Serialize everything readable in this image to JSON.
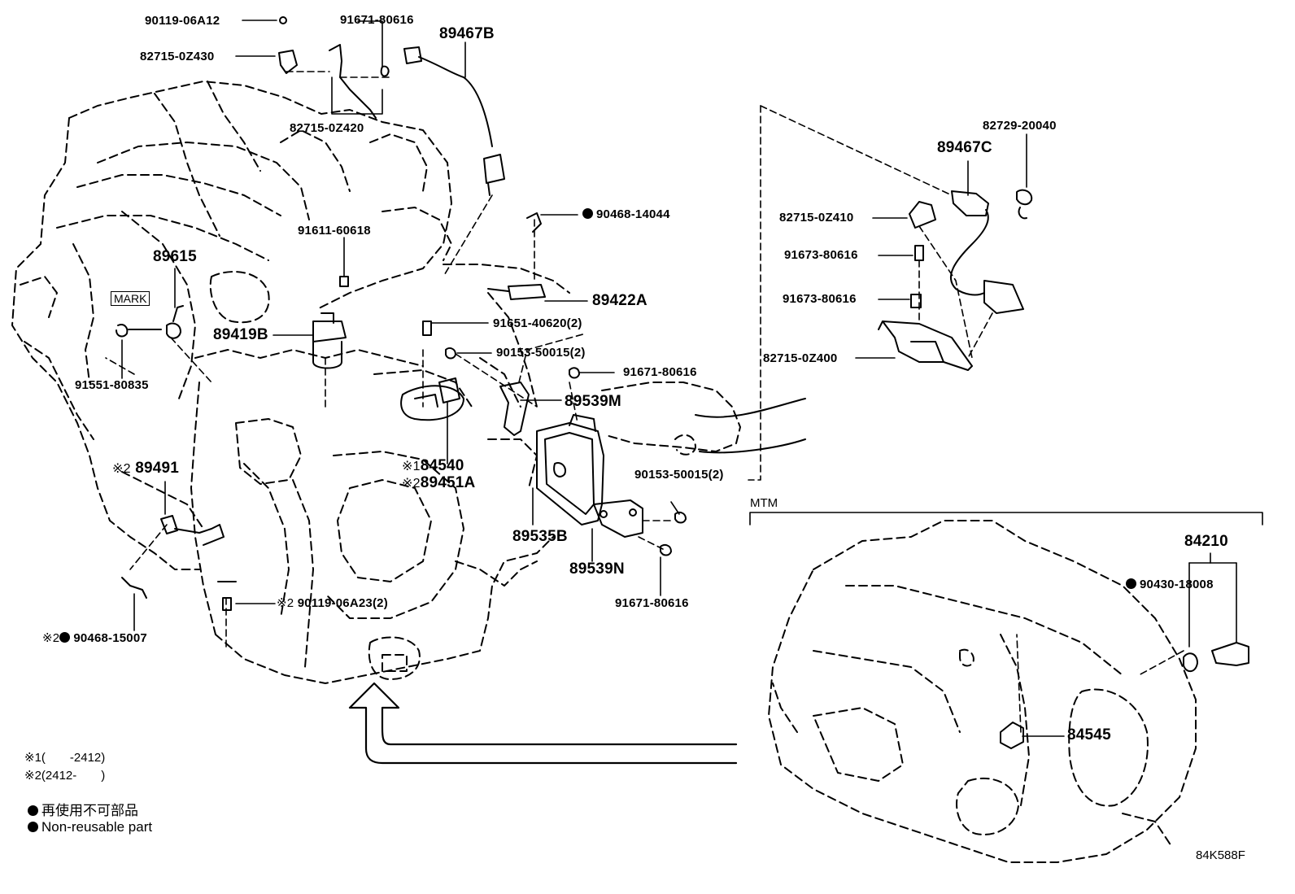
{
  "parts": {
    "p_90119_06A12": "90119-06A12",
    "p_82715_0Z430": "82715-0Z430",
    "p_91671_80616_top": "91671-80616",
    "p_89467B": "89467B",
    "p_82715_0Z420": "82715-0Z420",
    "p_91611_60618": "91611-60618",
    "p_89615": "89615",
    "p_89419B": "89419B",
    "p_91551_80835": "91551-80835",
    "p_90468_14044": "90468-14044",
    "p_89422A": "89422A",
    "p_91651_40620": "91651-40620(2)",
    "p_90153_50015_a": "90153-50015(2)",
    "p_91671_80616_mid": "91671-80616",
    "p_89539M": "89539M",
    "p_84540": "84540",
    "p_89451A": "89451A",
    "p_89491": "89491",
    "p_90153_50015_b": "90153-50015(2)",
    "p_89535B": "89535B",
    "p_89539N": "89539N",
    "p_91671_80616_low": "91671-80616",
    "p_90119_06A23": "90119-06A23(2)",
    "p_90468_15007": "90468-15007",
    "p_82729_20040": "82729-20040",
    "p_89467C": "89467C",
    "p_82715_0Z410": "82715-0Z410",
    "p_91673_80616_a": "91673-80616",
    "p_91673_80616_b": "91673-80616",
    "p_82715_0Z400": "82715-0Z400",
    "p_84210": "84210",
    "p_90430_18008": "90430-18008",
    "p_84545": "84545"
  },
  "marks": {
    "ref1": "※1",
    "ref2": "※2",
    "mark_label": "MARK"
  },
  "section_label": "MTM",
  "notes": {
    "note1": "※1(　　-2412)",
    "note2": "※2(2412-　　)"
  },
  "legend": {
    "jp": "再使用不可部品",
    "en": "Non-reusable part"
  },
  "diagram_code": "84K588F"
}
